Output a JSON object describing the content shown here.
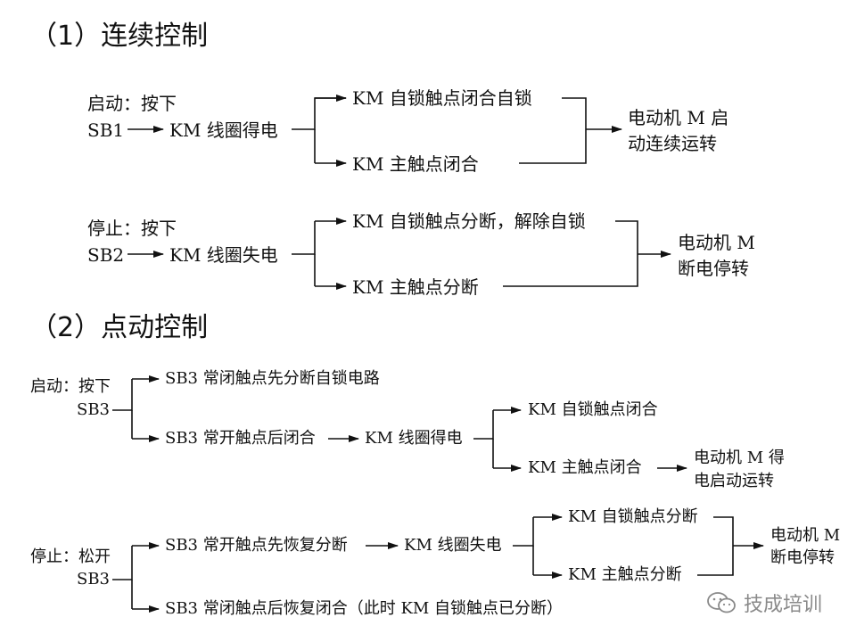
{
  "section1": {
    "heading": "（1）连续控制",
    "start": {
      "action": "启动：按下",
      "sb": "SB1",
      "coil": "KM 线圈得电",
      "top": "KM 自锁触点闭合自锁",
      "bottom": "KM 主触点闭合",
      "result_l1": "电动机 M 启",
      "result_l2": "动连续运转"
    },
    "stop": {
      "action": "停止：按下",
      "sb": "SB2",
      "coil": "KM 线圈失电",
      "top": "KM 自锁触点分断，解除自锁",
      "bottom": "KM 主触点分断",
      "result_l1": "电动机 M",
      "result_l2": "断电停转"
    }
  },
  "section2": {
    "heading": "（2）点动控制",
    "start": {
      "action": "启动：按下",
      "sb": "SB3",
      "upper": "SB3 常闭触点先分断自锁电路",
      "lower": "SB3 常开触点后闭合",
      "coil": "KM 线圈得电",
      "top": "KM 自锁触点闭合",
      "bottom": "KM 主触点闭合",
      "result_l1": "电动机 M 得",
      "result_l2": "电启动运转"
    },
    "stop": {
      "action": "停止：松开",
      "sb": "SB3",
      "upper": "SB3 常开触点先恢复分断",
      "coil": "KM 线圈失电",
      "top": "KM 自锁触点分断",
      "bottom": "KM 主触点分断",
      "result_l1": "电动机 M",
      "result_l2": "断电停转",
      "lower": "SB3 常闭触点后恢复闭合（此时 KM 自锁触点已分断）"
    }
  },
  "watermark": {
    "text": "技成培训",
    "icon": "wechat-icon"
  }
}
